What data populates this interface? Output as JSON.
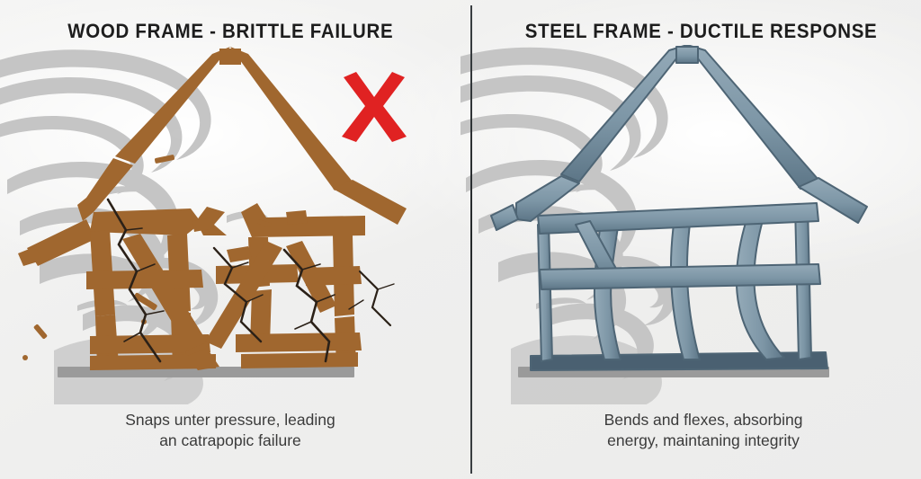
{
  "infographic": {
    "background_color": "#f2f2f1",
    "divider_color": "#2a2e30"
  },
  "panels": [
    {
      "id": "wood",
      "title": "WOOD FRAME - BRITTLE FAILURE",
      "caption_line_1": "Snaps unter pressure, leading",
      "caption_line_2": "an catrapopic failure",
      "verdict_icon": "red-x-icon",
      "verdict_color": "#e02222",
      "frame_color": "#a0672f",
      "frame_shadow_color": "#8a5526",
      "crack_color": "#2b2118",
      "ground_color": "#9a9a9a",
      "wind_color": "#c3c3c3",
      "material": "wood",
      "behavior": "brittle failure"
    },
    {
      "id": "steel",
      "title": "STEEL FRAME - DUCTILE RESPONSE",
      "caption_line_1": "Bends and flexes, absorbing",
      "caption_line_2": "energy, maintaning integrity",
      "verdict_icon": "green-check-icon",
      "verdict_color": "#76bc43",
      "frame_color": "#7d96a6",
      "frame_shadow_color": "#4e6575",
      "base_color": "#4a6071",
      "ground_color": "#9a9a9a",
      "wind_color": "#c3c3c3",
      "material": "steel",
      "behavior": "ductile response"
    }
  ]
}
